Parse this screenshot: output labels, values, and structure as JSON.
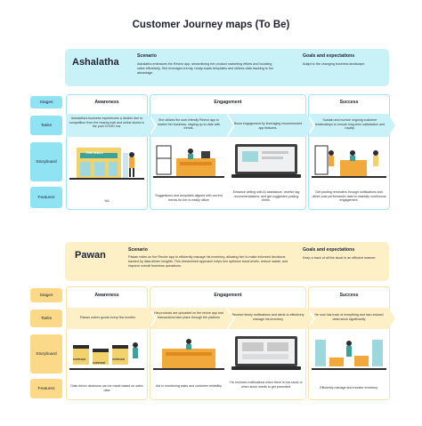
{
  "title": "Customer Journey maps (To Be)",
  "persona1": {
    "name": "Ashalatha",
    "scenario_label": "Scenario",
    "scenario_text": "Ashalatha embraces the Revive app, streamlining her product marketing efforts and boosting sales effectively. She leverages trendy, ready-made templates and utilizes data tracking to her advantage.",
    "goals_label": "Goals and expectations",
    "goals_text": "Adapt to the changing business landscape.",
    "row_labels": [
      "Stages",
      "Tasks",
      "Storyboard",
      "Features"
    ],
    "stages": [
      "Awareness",
      "Engagement",
      "Success"
    ],
    "tasks": [
      "Ashalatha's business experiences a decline due to competition from the nearby mall and online stores in the post COVID era.",
      "She utilizes the user-friendly Revive app to market her business, staying up-to-date with trends.",
      "Boost engagement by leveraging recommended app features.",
      "Sustain and nurture ongoing customer relationships to ensure long-term satisfaction and loyalty."
    ],
    "storyboard_sign": "THE MALL",
    "features": [
      "NA",
      "Suggestions and templates aligned with current trends for her to easily utilize",
      "Enhance writing with AI assistance, receive tag recommendations, and get suggested posting times.",
      "Get posting reminders through notifications and utilize post performance data to maintain continuous engagement."
    ]
  },
  "persona2": {
    "name": "Pawan",
    "scenario_label": "Scenario",
    "scenario_text": "Pawan relies on the Revive app to efficiently manage his inventory, allowing him to make informed decisions backed by data-driven insights. This streamlined approach helps him optimize stock levels, reduce waste, and improve overall business operations.",
    "goals_label": "Goals and expectations",
    "goals_text": "Keep a track of all the stock in an efficient manner.",
    "row_labels": [
      "Stages",
      "Tasks",
      "Storyboard",
      "Features"
    ],
    "stages": [
      "Awareness",
      "Engagement",
      "Success"
    ],
    "tasks": [
      "Pawan orders goods every few months",
      "His products are uploaded on the revive app and transactions take place through the platform",
      "Receive timely notifications and alerts to effectively manage his inventory",
      "He now has track of everything and has reduced dead stock significantly"
    ],
    "storyboard_signs": [
      "SUPPLIER",
      "SUPPLIER",
      "SUPPLIER"
    ],
    "features": [
      "Data driven decisions can be made based on sales data",
      "Aid in monitoring sales and customer reliability",
      "He receives notifications when there is low stock or when stock needs to get promoted.",
      "Efficiently manage and monitor inventory."
    ]
  },
  "colors": {
    "blue_light": "#c9f1f8",
    "blue_label": "#8fe3f2",
    "yellow_light": "#fdefc6",
    "yellow_label": "#fcd988",
    "accent_orange": "#f2a93b"
  }
}
